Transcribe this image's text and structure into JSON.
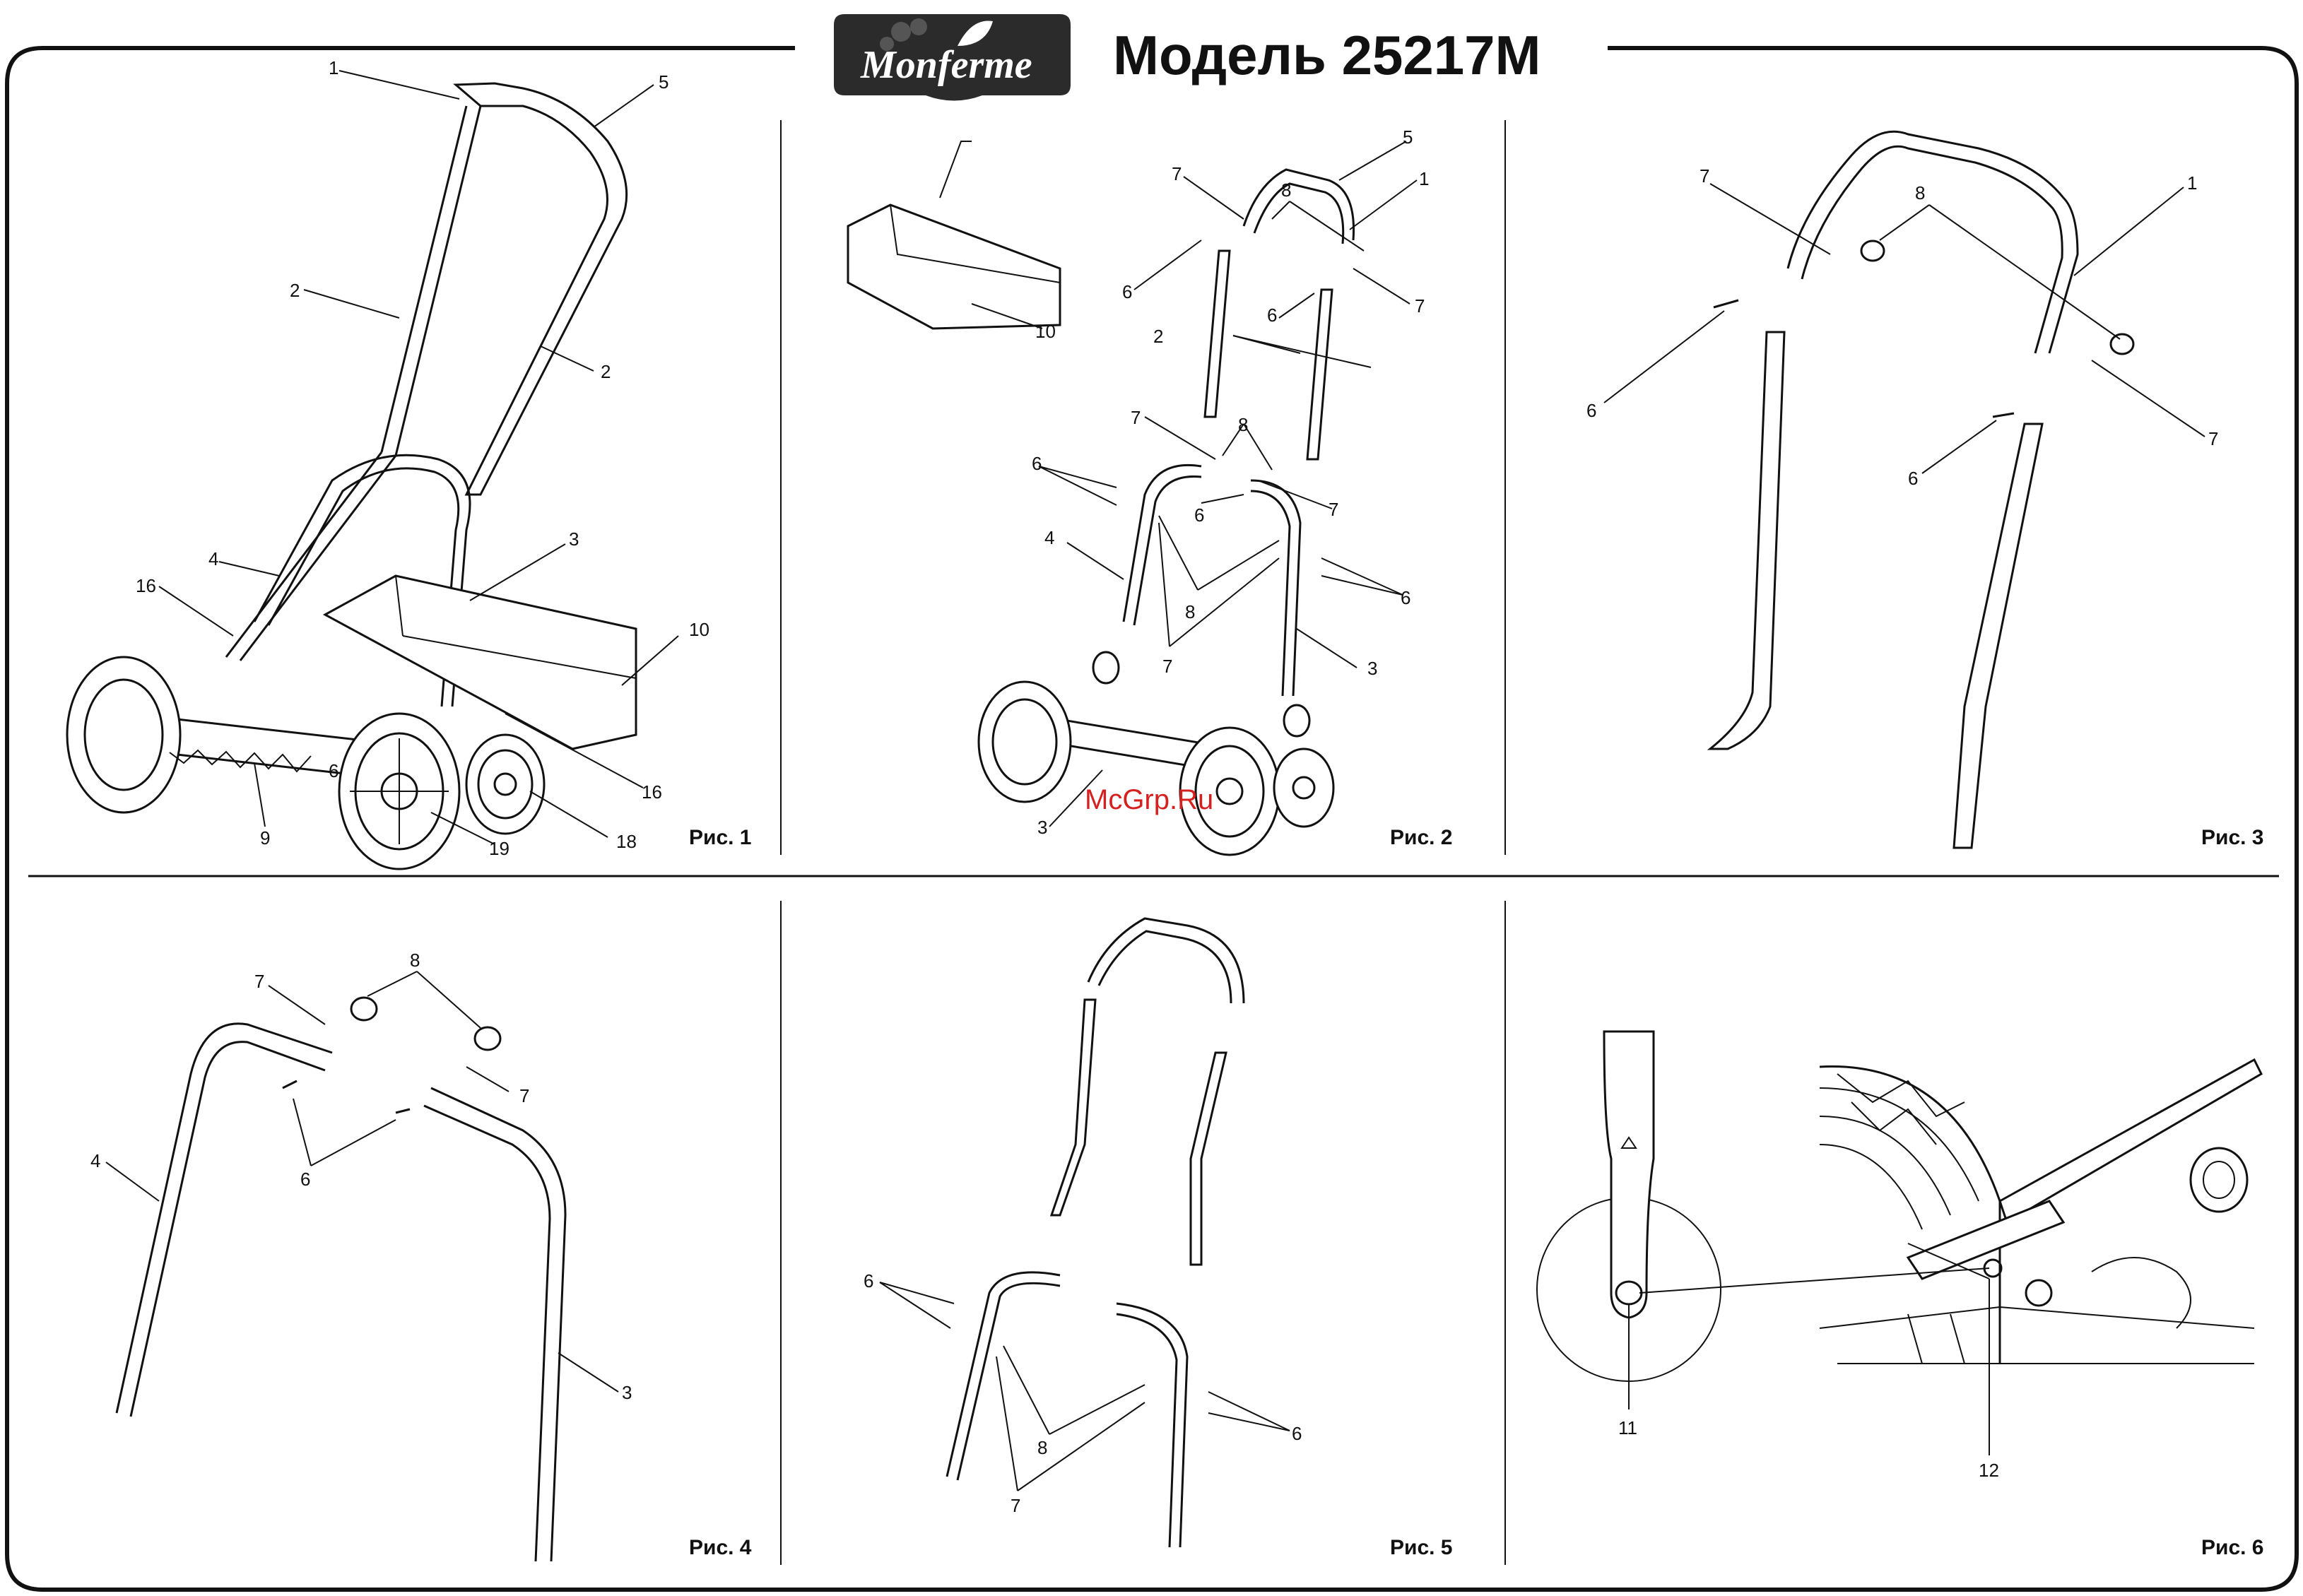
{
  "header": {
    "brand": "Monferme",
    "title": "Модель 25217M"
  },
  "watermark": "McGrp.Ru",
  "figures": [
    {
      "caption": "Рис. 1",
      "labels": [
        "1",
        "5",
        "2",
        "2",
        "3",
        "4",
        "16",
        "10",
        "16",
        "6",
        "9",
        "19",
        "18"
      ]
    },
    {
      "caption": "Рис. 2",
      "labels": [
        "10",
        "5",
        "7",
        "8",
        "1",
        "6",
        "7",
        "6",
        "2",
        "7",
        "8",
        "6",
        "6",
        "7",
        "4",
        "8",
        "6",
        "7",
        "3",
        "3"
      ]
    },
    {
      "caption": "Рис. 3",
      "labels": [
        "7",
        "8",
        "1",
        "6",
        "6",
        "7"
      ]
    },
    {
      "caption": "Рис. 4",
      "labels": [
        "7",
        "8",
        "7",
        "4",
        "6",
        "3"
      ]
    },
    {
      "caption": "Рис. 5",
      "labels": [
        "6",
        "8",
        "7",
        "6"
      ]
    },
    {
      "caption": "Рис. 6",
      "labels": [
        "11",
        "12"
      ]
    }
  ],
  "colors": {
    "logo_bg": "#2b2b2b",
    "line": "#111111",
    "watermark": "#d62020"
  }
}
